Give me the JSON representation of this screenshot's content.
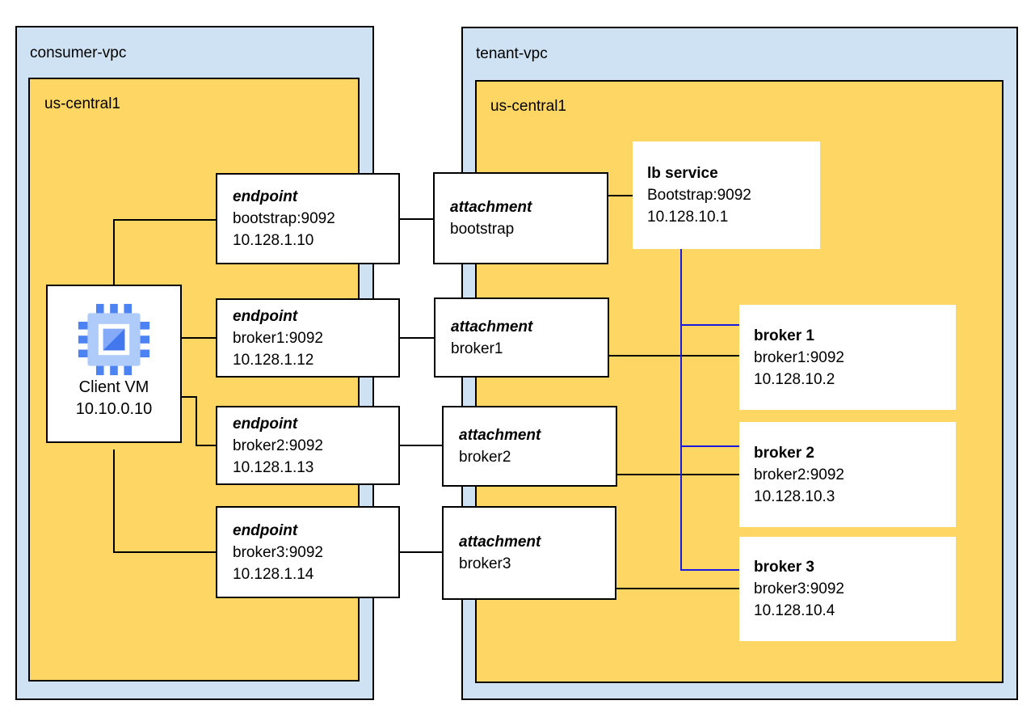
{
  "vpcs": {
    "consumer": {
      "label": "consumer-vpc",
      "region": "us-central1"
    },
    "tenant": {
      "label": "tenant-vpc",
      "region": "us-central1"
    }
  },
  "client_vm": {
    "name": "Client VM",
    "ip": "10.10.0.10",
    "icon": "compute-engine-chip"
  },
  "endpoints": [
    {
      "title": "endpoint",
      "service": "bootstrap:9092",
      "ip": "10.128.1.10"
    },
    {
      "title": "endpoint",
      "service": "broker1:9092",
      "ip": "10.128.1.12"
    },
    {
      "title": "endpoint",
      "service": "broker2:9092",
      "ip": "10.128.1.13"
    },
    {
      "title": "endpoint",
      "service": "broker3:9092",
      "ip": "10.128.1.14"
    }
  ],
  "attachments": [
    {
      "title": "attachment",
      "name": "bootstrap"
    },
    {
      "title": "attachment",
      "name": "broker1"
    },
    {
      "title": "attachment",
      "name": "broker2"
    },
    {
      "title": "attachment",
      "name": "broker3"
    }
  ],
  "lb_service": {
    "title": "lb service",
    "service": "Bootstrap:9092",
    "ip": "10.128.10.1"
  },
  "brokers": [
    {
      "title": "broker 1",
      "service": "broker1:9092",
      "ip": "10.128.10.2"
    },
    {
      "title": "broker 2",
      "service": "broker2:9092",
      "ip": "10.128.10.3"
    },
    {
      "title": "broker 3",
      "service": "broker3:9092",
      "ip": "10.128.10.4"
    }
  ],
  "colors": {
    "vpc_fill": "#CFE2F3",
    "region_fill": "#FDD663",
    "node_fill": "#FFFFFF",
    "border": "#000000",
    "wire_black": "#000000",
    "wire_blue": "#1A1AE0",
    "icon_pin": "#4D82F3",
    "icon_body": "#AECBFA",
    "icon_square_light": "#85ABF8",
    "icon_square_dark": "#4377EE"
  }
}
